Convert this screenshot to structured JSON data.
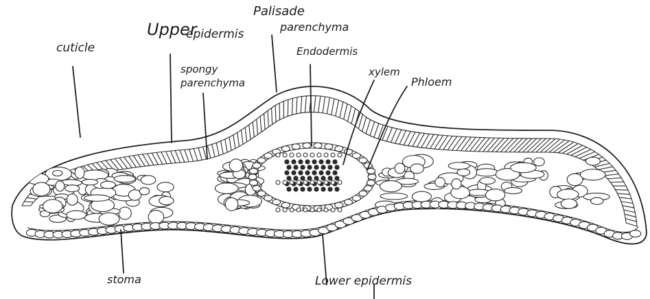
{
  "labels": {
    "cuticle": "cuticle",
    "upper_epidermis_line1": "Upper",
    "upper_epidermis_line2": "epidermis",
    "palisade_line1": "Palisade",
    "palisade_line2": "parenchyma",
    "spongy_line1": "spongy",
    "spongy_line2": "parenchyma",
    "endodermis": "Endodermis",
    "xylem": "xylem",
    "phloem": "Phloem",
    "stoma": "stoma",
    "lower_epidermis": "Lower epidermis"
  }
}
